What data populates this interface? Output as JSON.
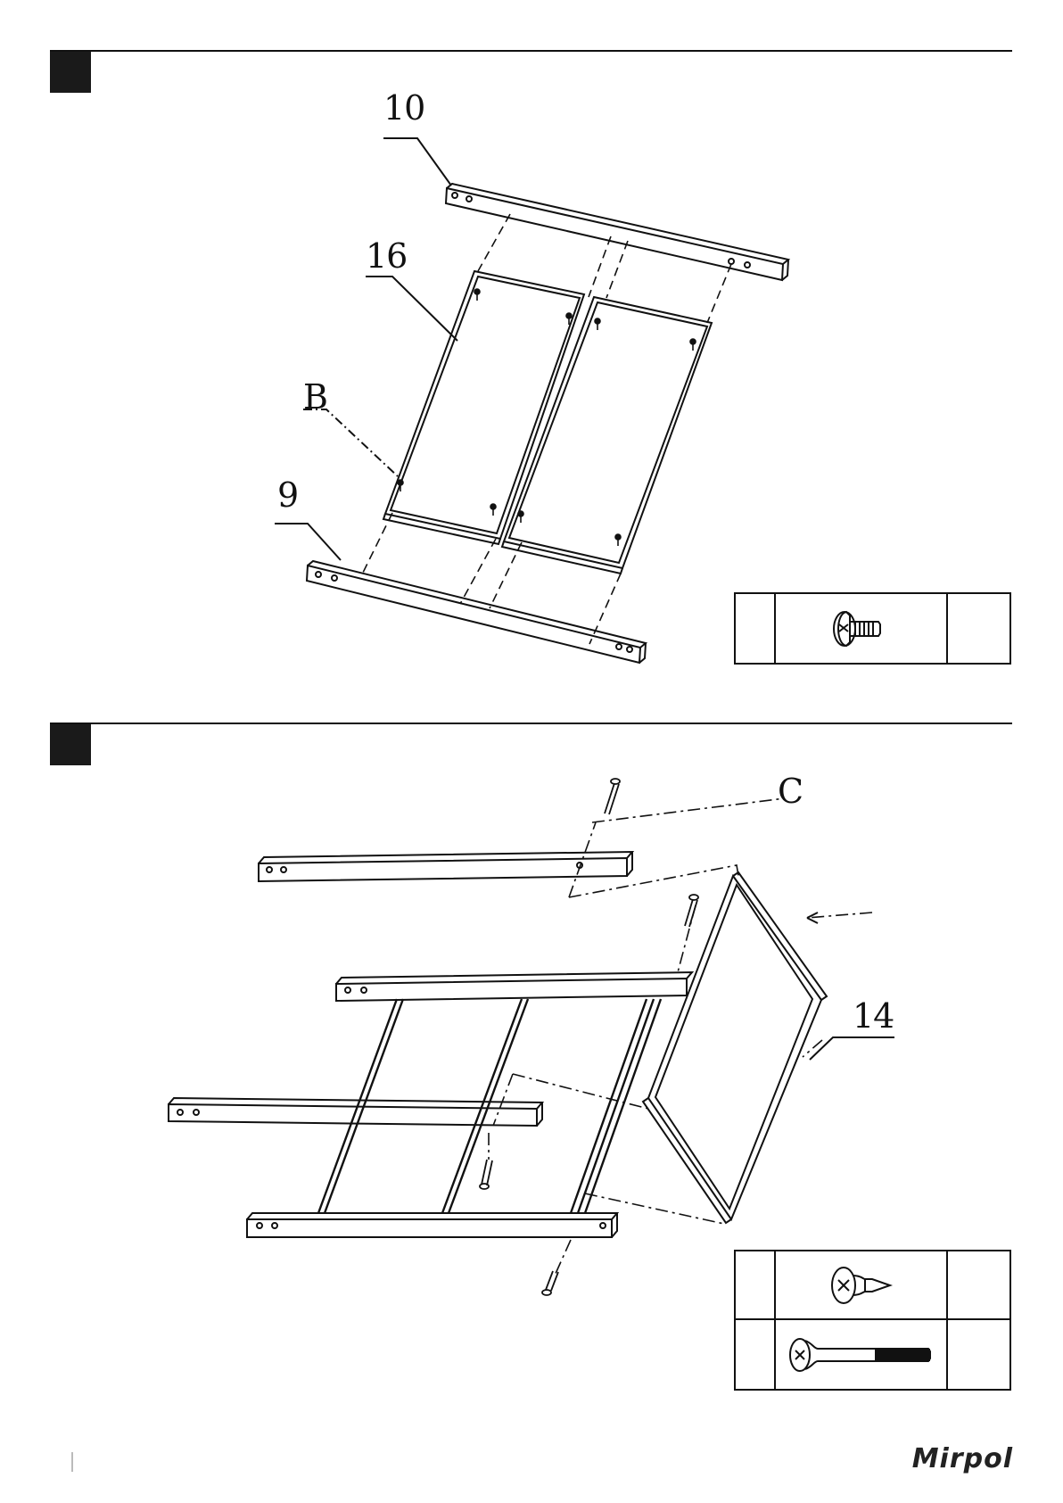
{
  "step1": {
    "callouts": {
      "part_top": "10",
      "panel": "16",
      "screw": "B",
      "part_bottom": "9"
    },
    "hardware": [
      {
        "icon": "machine-screw-icon"
      }
    ]
  },
  "step2": {
    "callouts": {
      "bolt": "C",
      "panel": "14"
    },
    "hardware": [
      {
        "icon": "wood-screw-icon"
      },
      {
        "icon": "long-bolt-icon"
      }
    ]
  },
  "footer": {
    "brand": "Mirpol"
  }
}
